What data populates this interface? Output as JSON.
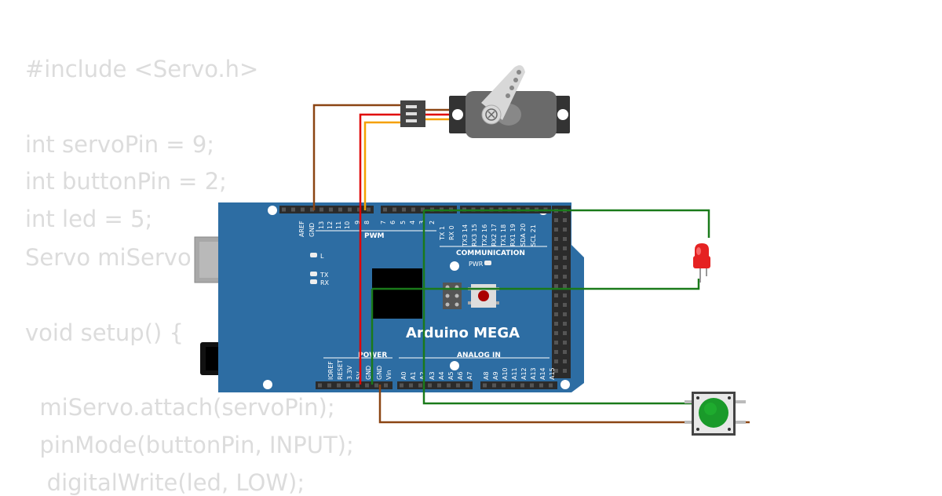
{
  "code_lines": [
    "#include <Servo.h>",
    "int servoPin = 9;",
    "int buttonPin = 2;",
    "int led = 5;",
    "Servo miServo",
    "void setup() {",
    "  miServo.attach(servoPin);",
    "  pinMode(buttonPin, INPUT);",
    "   digitalWrite(led, LOW);"
  ],
  "board": {
    "name": "Arduino MEGA",
    "pwm_label": "PWM",
    "communication_label": "COMMUNICATION",
    "power_label": "POWER",
    "analog_label": "ANALOG IN",
    "led_labels": [
      "L",
      "TX",
      "RX"
    ],
    "pwr_label": "PWR",
    "top_left_pins": [
      "AREF",
      "GND",
      "13",
      "12",
      "11",
      "10",
      "9",
      "8"
    ],
    "top_mid_pins": [
      "7",
      "6",
      "5",
      "4",
      "3",
      "2",
      "TX 1",
      "RX 0"
    ],
    "top_comm_pins": [
      "TX3 14",
      "RX3 15",
      "TX2 16",
      "RX2 17",
      "TX1 18",
      "RX1 19",
      "SDA 20",
      "SCL 21"
    ],
    "power_pins": [
      "IOREF",
      "RESET",
      "3.3V",
      "5V",
      "GND",
      "GND",
      "Vin"
    ],
    "analog_pins": [
      "A0",
      "A1",
      "A2",
      "A3",
      "A4",
      "A5",
      "A6",
      "A7",
      "A8",
      "A9",
      "A10",
      "A11",
      "A12",
      "A13",
      "A14",
      "A15"
    ]
  },
  "colors": {
    "board": "#2d6da3",
    "wire_brown": "#8b4513",
    "wire_red": "#e00000",
    "wire_orange": "#f5a000",
    "wire_green": "#1a7a1a",
    "led": "#e52222",
    "button": "#1a9a2a",
    "code_text": "#dcdcdc"
  },
  "components": [
    "servo-motor",
    "red-led",
    "push-button"
  ]
}
